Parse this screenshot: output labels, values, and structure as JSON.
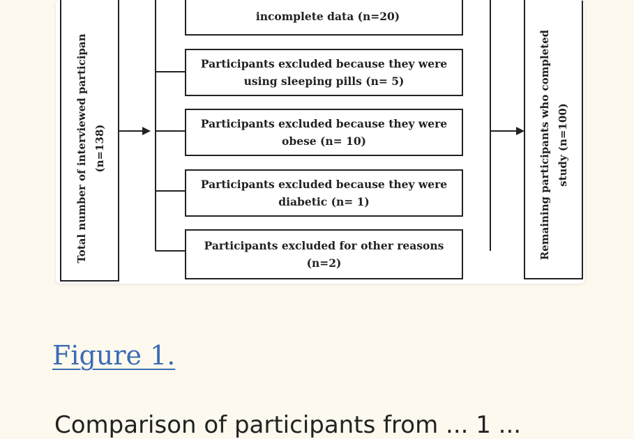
{
  "figure": {
    "left_box": {
      "line1": "Total number of interviewed participan",
      "line2": "(n=138)"
    },
    "partial_top_box": "incomplete data (n=20)",
    "excluded_boxes": [
      {
        "line1": "Participants excluded because they were",
        "line2": "using sleeping pills (n= 5)"
      },
      {
        "line1": "Participants excluded because they were",
        "line2": "obese (n= 10)"
      },
      {
        "line1": "Participants excluded because they were",
        "line2": "diabetic (n= 1)"
      },
      {
        "line1": "Participants excluded for other reasons",
        "line2": "(n=2)"
      }
    ],
    "right_box": {
      "line1": "Remaining participants who completed",
      "line2": "study (n=100)"
    }
  },
  "figure_link": "Figure 1.",
  "caption_peek": "Comparison of participants from ... 1 ..."
}
